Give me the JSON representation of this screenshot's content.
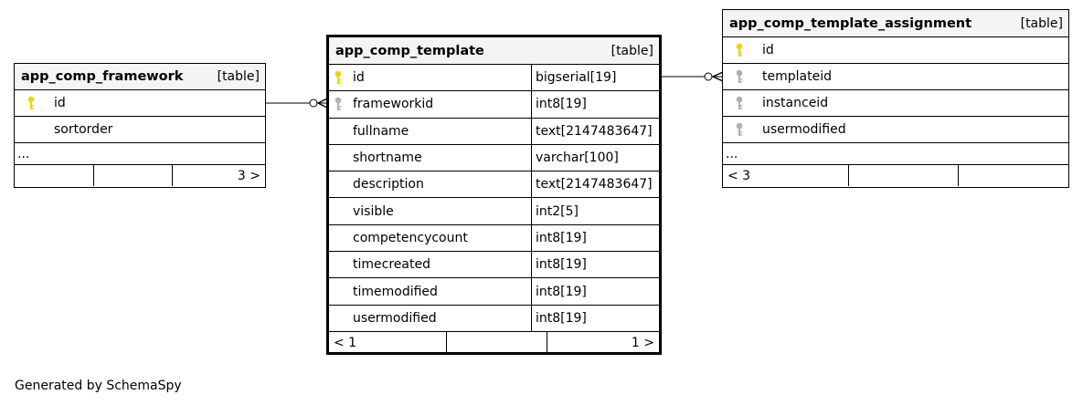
{
  "colors": {
    "primary_key": "#e6d800",
    "foreign_key": "#b0b0b0"
  },
  "tables": {
    "framework": {
      "name": "app_comp_framework",
      "kind": "[table]",
      "columns": [
        {
          "name": "id",
          "key": "primary"
        },
        {
          "name": "sortorder",
          "key": "none"
        }
      ],
      "ellipsis": "...",
      "footer": [
        "",
        "",
        "3 >"
      ]
    },
    "template": {
      "name": "app_comp_template",
      "kind": "[table]",
      "columns": [
        {
          "name": "id",
          "type": "bigserial[19]",
          "key": "primary"
        },
        {
          "name": "frameworkid",
          "type": "int8[19]",
          "key": "foreign"
        },
        {
          "name": "fullname",
          "type": "text[2147483647]",
          "key": "none"
        },
        {
          "name": "shortname",
          "type": "varchar[100]",
          "key": "none"
        },
        {
          "name": "description",
          "type": "text[2147483647]",
          "key": "none"
        },
        {
          "name": "visible",
          "type": "int2[5]",
          "key": "none"
        },
        {
          "name": "competencycount",
          "type": "int8[19]",
          "key": "none"
        },
        {
          "name": "timecreated",
          "type": "int8[19]",
          "key": "none"
        },
        {
          "name": "timemodified",
          "type": "int8[19]",
          "key": "none"
        },
        {
          "name": "usermodified",
          "type": "int8[19]",
          "key": "none"
        }
      ],
      "footer": [
        "< 1",
        "",
        "1 >"
      ]
    },
    "assignment": {
      "name": "app_comp_template_assignment",
      "kind": "[table]",
      "columns": [
        {
          "name": "id",
          "key": "primary"
        },
        {
          "name": "templateid",
          "key": "foreign"
        },
        {
          "name": "instanceid",
          "key": "foreign"
        },
        {
          "name": "usermodified",
          "key": "foreign"
        }
      ],
      "ellipsis": "...",
      "footer": [
        "< 3",
        "",
        ""
      ]
    }
  },
  "credit": "Generated by SchemaSpy"
}
